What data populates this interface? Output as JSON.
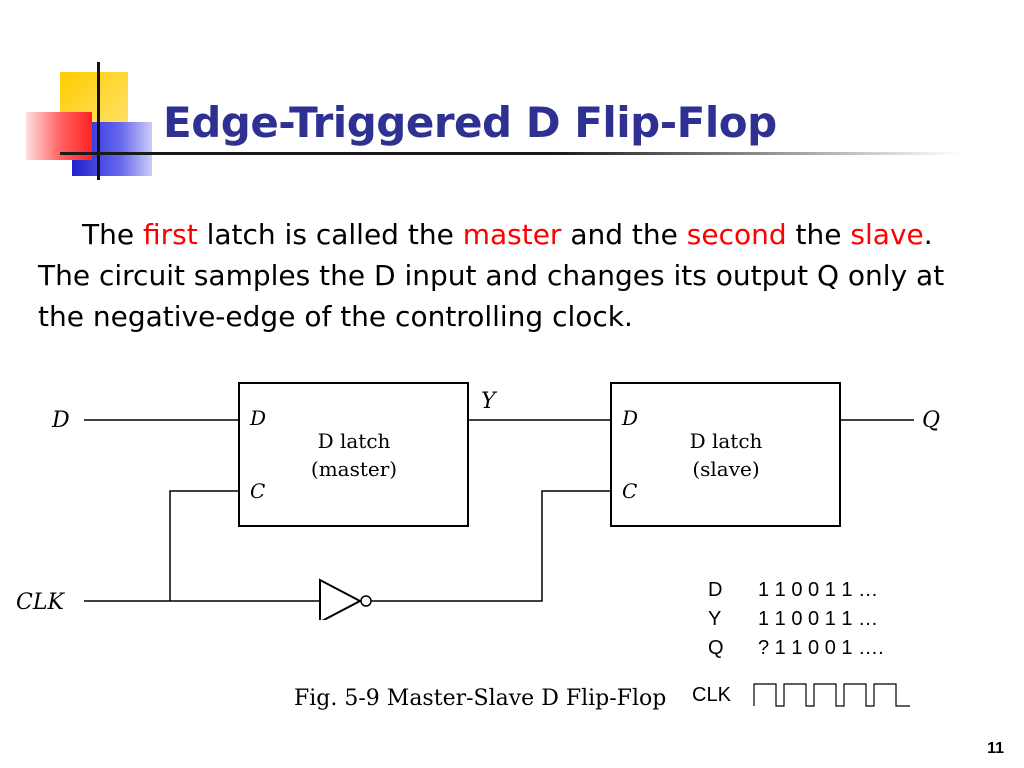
{
  "slide": {
    "title": "Edge-Triggered D Flip-Flop",
    "number": "11"
  },
  "body": {
    "p1": "The ",
    "first": "first",
    "p2": " latch is called the ",
    "master": "master",
    "p3": " and the ",
    "second": "second",
    "p4": " the ",
    "slave": "slave",
    "p5": ". The circuit samples the D input and changes its output Q only at the negative-edge of the controlling clock."
  },
  "diagram": {
    "input_d": "D",
    "input_clk": "CLK",
    "output_q": "Q",
    "wire_y": "Y",
    "master": {
      "pin_d": "D",
      "pin_c": "C",
      "name": "D latch",
      "role": "(master)"
    },
    "slave": {
      "pin_d": "D",
      "pin_c": "C",
      "name": "D latch",
      "role": "(slave)"
    },
    "caption": "Fig. 5-9 Master-Slave D Flip-Flop"
  },
  "sequence": {
    "rows": [
      {
        "label": "D",
        "values": "1 1 0 0 1 1 …"
      },
      {
        "label": "Y",
        "values": "1 1 0 0 1 1 …"
      },
      {
        "label": "Q",
        "values": "? 1 1 0 0 1 …."
      }
    ],
    "clk_label": "CLK",
    "clk_pulses": 5
  },
  "colors": {
    "title": "#2e3192",
    "highlight": "#ff0000",
    "deco_yellow": "#ffcc00",
    "deco_red": "#ff3333",
    "deco_blue": "#3333cc"
  }
}
